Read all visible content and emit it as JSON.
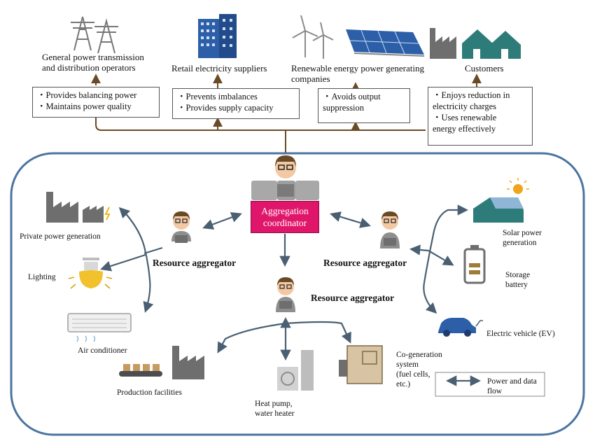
{
  "top": {
    "entities": [
      {
        "id": "tso",
        "lines": [
          "General power transmission",
          "and distribution operators"
        ],
        "icon": "power-tower-icon"
      },
      {
        "id": "retail",
        "lines": [
          "Retail electricity suppliers"
        ],
        "icon": "office-building-icon"
      },
      {
        "id": "renewable",
        "lines": [
          "Renewable energy power generating",
          "companies"
        ],
        "icon": "wind-solar-icon"
      },
      {
        "id": "customers",
        "lines": [
          "Customers"
        ],
        "icon": "factory-house-icon"
      }
    ],
    "benefits": [
      [
        "・Provides balancing power",
        "・Maintains power quality"
      ],
      [
        "・Prevents imbalances",
        "・Provides supply capacity"
      ],
      [
        "・Avoids output",
        "  suppression"
      ],
      [
        "・Enjoys reduction in",
        "  electricity charges",
        "・Uses renewable",
        "  energy effectively"
      ]
    ]
  },
  "center": {
    "coordinator_lines": [
      "Aggregation",
      "coordinator"
    ],
    "aggregator_label": "Resource aggregator"
  },
  "resources": {
    "left": {
      "private_power": "Private power generation",
      "lighting": "Lighting",
      "air_conditioner": "Air conditioner",
      "production": "Production facilities"
    },
    "bottom": {
      "heat_pump": [
        "Heat pump,",
        "water heater"
      ],
      "cogeneration": [
        "Co-generation",
        "system",
        "(fuel cells,",
        "etc.)"
      ]
    },
    "right": {
      "solar": [
        "Solar power",
        "generation"
      ],
      "battery": [
        "Storage",
        "battery"
      ],
      "ev": "Electric vehicle (EV)"
    }
  },
  "legend": {
    "lines": [
      "Power and data",
      "flow"
    ]
  },
  "colors": {
    "frame": "#4a74a0",
    "flow": "#4a6072",
    "bus": "#6b4a26",
    "coordinator": "#e0166b",
    "icon_gray": "#6e6e6e",
    "icon_teal": "#2e7c7a",
    "icon_blue": "#2c5fa8"
  }
}
